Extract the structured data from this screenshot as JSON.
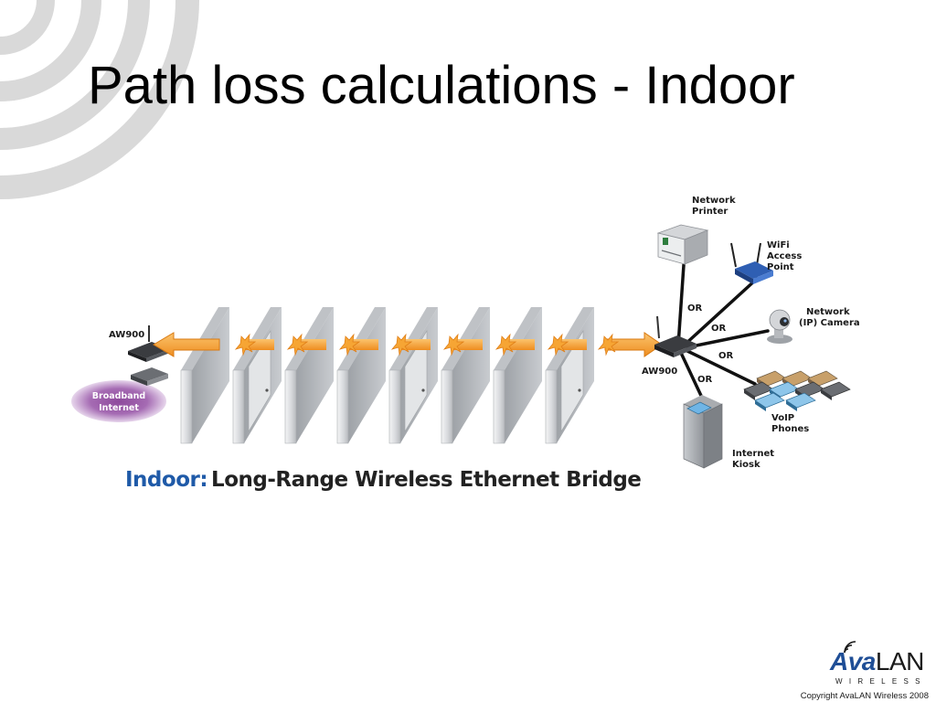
{
  "slide": {
    "title": "Path loss calculations - Indoor"
  },
  "diagram": {
    "left_device_label": "AW900",
    "right_device_label": "AW900",
    "cloud_label_line1": "Broadband",
    "cloud_label_line2": "Internet",
    "or_label": "OR",
    "endpoints": {
      "printer": [
        "Network",
        "Printer"
      ],
      "access_point": [
        "WiFi",
        "Access",
        "Point"
      ],
      "camera": [
        "Network",
        "(IP) Camera"
      ],
      "phones": [
        "VoIP",
        "Phones"
      ],
      "kiosk": [
        "Internet",
        "Kiosk"
      ]
    },
    "caption_keyword": "Indoor:",
    "caption_text": "Long-Range Wireless Ethernet Bridge",
    "colors": {
      "arrow": "#f7a33c",
      "wall": "#d4d6d9",
      "accent_blue": "#1f5aa8",
      "cloud": "#9b59a8"
    }
  },
  "logo": {
    "brand_part1": "Ava",
    "brand_part2": "LAN",
    "subtitle": "WIRELESS"
  },
  "footer": {
    "copyright": "Copyright AvaLAN Wireless 2008"
  }
}
